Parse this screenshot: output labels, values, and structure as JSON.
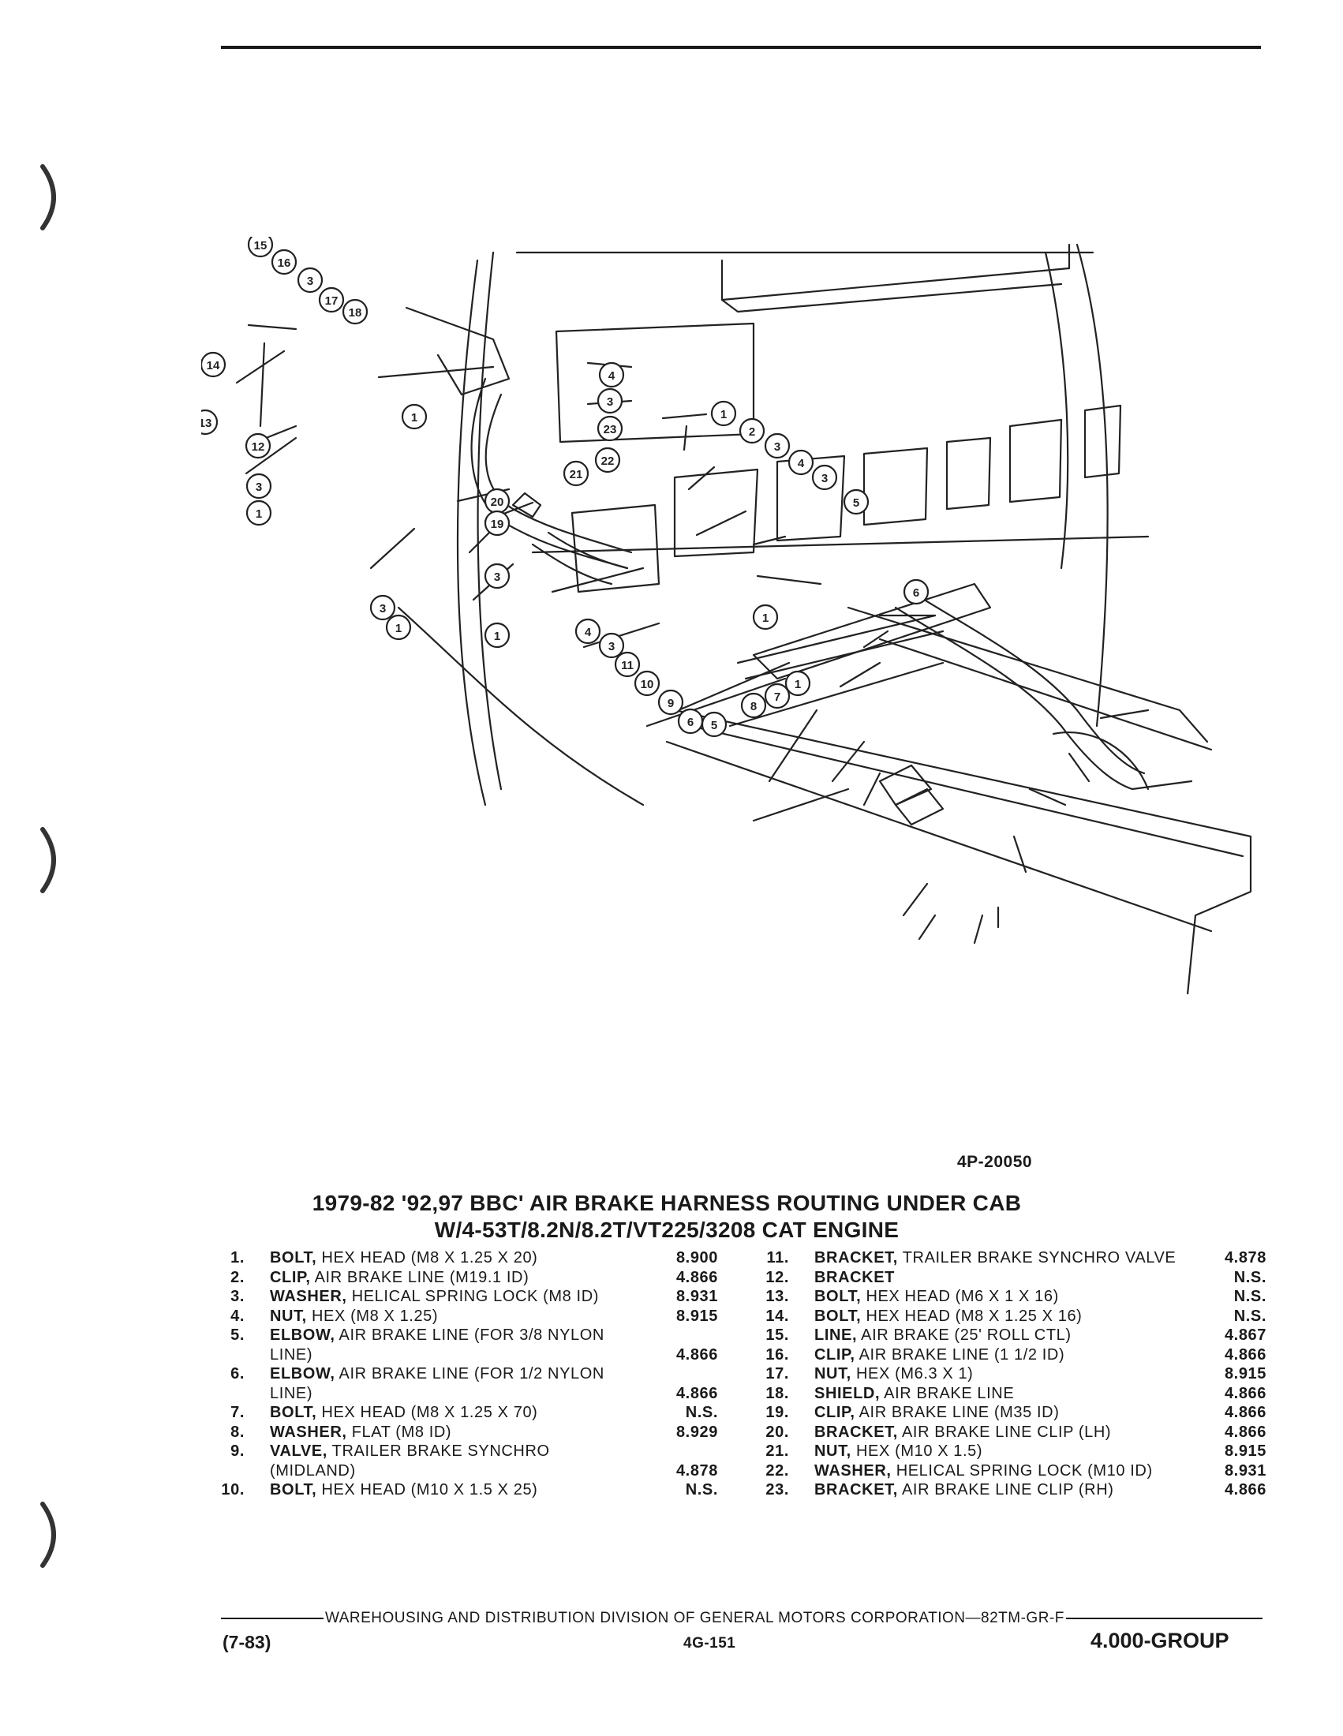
{
  "figure_number": "4P-20050",
  "title_line1": "1979-82 '92,97 BBC' AIR BRAKE HARNESS ROUTING UNDER CAB",
  "title_line2": "W/4-53T/8.2N/8.2T/VT225/3208 CAT ENGINE",
  "parts_left": [
    {
      "num": "1.",
      "name": "BOLT,",
      "desc": " HEX HEAD (M8 X 1.25 X 20)",
      "value": "8.900"
    },
    {
      "num": "2.",
      "name": "CLIP,",
      "desc": " AIR BRAKE LINE (M19.1 ID)",
      "value": "4.866"
    },
    {
      "num": "3.",
      "name": "WASHER,",
      "desc": " HELICAL SPRING LOCK (M8 ID)",
      "value": "8.931"
    },
    {
      "num": "4.",
      "name": "NUT,",
      "desc": " HEX (M8 X 1.25)",
      "value": "8.915"
    },
    {
      "num": "5.",
      "name": "ELBOW,",
      "desc": " AIR BRAKE LINE (FOR 3/8 NYLON LINE)",
      "value": "4.866"
    },
    {
      "num": "6.",
      "name": "ELBOW,",
      "desc": " AIR BRAKE LINE (FOR 1/2 NYLON LINE)",
      "value": "4.866"
    },
    {
      "num": "7.",
      "name": "BOLT,",
      "desc": " HEX HEAD (M8 X 1.25 X 70)",
      "value": "N.S."
    },
    {
      "num": "8.",
      "name": "WASHER,",
      "desc": " FLAT (M8 ID)",
      "value": "8.929"
    },
    {
      "num": "9.",
      "name": "VALVE,",
      "desc": " TRAILER BRAKE SYNCHRO (MIDLAND)",
      "value": "4.878"
    },
    {
      "num": "10.",
      "name": "BOLT,",
      "desc": " HEX HEAD (M10 X 1.5 X 25)",
      "value": "N.S."
    }
  ],
  "parts_right": [
    {
      "num": "11.",
      "name": "BRACKET,",
      "desc": " TRAILER BRAKE SYNCHRO VALVE",
      "value": "4.878"
    },
    {
      "num": "12.",
      "name": "BRACKET",
      "desc": "",
      "value": "N.S."
    },
    {
      "num": "13.",
      "name": "BOLT,",
      "desc": " HEX HEAD (M6 X 1 X 16)",
      "value": "N.S."
    },
    {
      "num": "14.",
      "name": "BOLT,",
      "desc": " HEX HEAD (M8 X 1.25 X 16)",
      "value": "N.S."
    },
    {
      "num": "15.",
      "name": "LINE,",
      "desc": " AIR BRAKE (25' ROLL CTL)",
      "value": "4.867"
    },
    {
      "num": "16.",
      "name": "CLIP,",
      "desc": " AIR BRAKE LINE (1 1/2 ID)",
      "value": "4.866"
    },
    {
      "num": "17.",
      "name": "NUT,",
      "desc": " HEX (M6.3 X 1)",
      "value": "8.915"
    },
    {
      "num": "18.",
      "name": "SHIELD,",
      "desc": " AIR BRAKE LINE",
      "value": "4.866"
    },
    {
      "num": "19.",
      "name": "CLIP,",
      "desc": " AIR BRAKE LINE (M35 ID)",
      "value": "4.866"
    },
    {
      "num": "20.",
      "name": "BRACKET,",
      "desc": " AIR BRAKE LINE CLIP (LH)",
      "value": "4.866"
    },
    {
      "num": "21.",
      "name": "NUT,",
      "desc": " HEX (M10 X 1.5)",
      "value": "8.915"
    },
    {
      "num": "22.",
      "name": "WASHER,",
      "desc": " HELICAL SPRING LOCK (M10 ID)",
      "value": "8.931"
    },
    {
      "num": "23.",
      "name": "BRACKET,",
      "desc": " AIR BRAKE LINE CLIP (RH)",
      "value": "4.866"
    }
  ],
  "callouts": [
    "15",
    "16",
    "3",
    "17",
    "18",
    "14",
    "13",
    "12",
    "1",
    "3",
    "1",
    "3",
    "1",
    "4",
    "3",
    "23",
    "1",
    "2",
    "3",
    "4",
    "3",
    "5",
    "22",
    "21",
    "20",
    "19",
    "3",
    "1",
    "1",
    "4",
    "3",
    "11",
    "10",
    "9",
    "6",
    "5",
    "8",
    "7",
    "1",
    "6"
  ],
  "footer_text": "WAREHOUSING AND DISTRIBUTION DIVISION OF GENERAL MOTORS CORPORATION—82TM-GR-F",
  "date_code": "(7-83)",
  "page_number": "4G-151",
  "group_label": "4.000-GROUP"
}
